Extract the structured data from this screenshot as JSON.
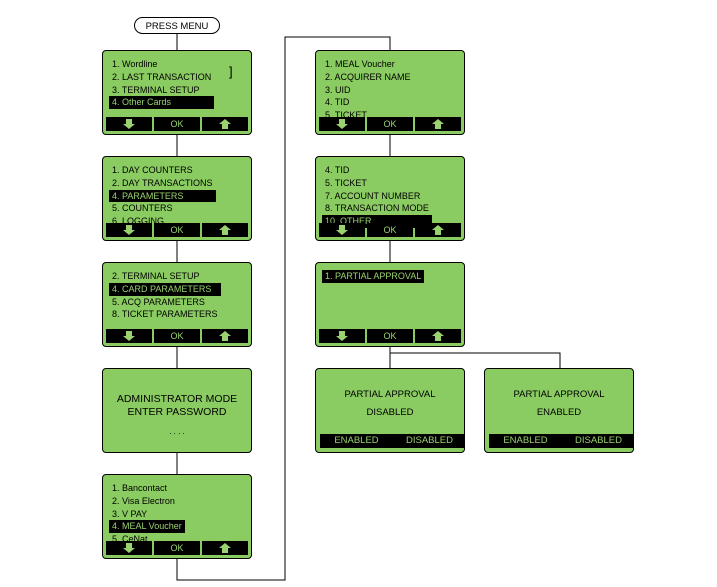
{
  "start_label": "PRESS MENU",
  "softkey_ok": "OK",
  "icons": {
    "down": "arrow-down-icon",
    "up": "arrow-up-icon"
  },
  "colors": {
    "screen": "#8bcc62",
    "highlight_text": "#9bd270",
    "bar": "#000000"
  },
  "s1": {
    "items": [
      "1. Wordline",
      "2. LAST TRANSACTION",
      "3. TERMINAL SETUP",
      "4. Other Cards"
    ],
    "selected": 3,
    "bracket": "]"
  },
  "s2": {
    "items": [
      "1. DAY COUNTERS",
      "2. DAY TRANSACTIONS",
      "4. PARAMETERS",
      "5. COUNTERS",
      "6. LOGGING"
    ],
    "selected": 2
  },
  "s3": {
    "items": [
      "2. TERMINAL SETUP",
      "4. CARD PARAMETERS",
      "5. ACQ PARAMETERS",
      "8. TICKET PARAMETERS"
    ],
    "selected": 1
  },
  "s4": {
    "line1": "ADMINISTRATOR MODE",
    "line2": "ENTER PASSWORD",
    "dots": ". . . ."
  },
  "s5": {
    "items": [
      "1. Bancontact",
      "2. Visa Electron",
      "3. V PAY",
      "4. MEAL Voucher",
      "5. CeNat"
    ],
    "selected": 3
  },
  "s6": {
    "items": [
      "1. MEAL Voucher",
      "2. ACQUIRER NAME",
      "3. UID",
      "4. TID",
      "5. TICKET"
    ],
    "selected": -1
  },
  "s7": {
    "items": [
      "4. TID",
      "5. TICKET",
      "7. ACCOUNT NUMBER",
      "8. TRANSACTION MODE",
      "10. OTHER"
    ],
    "selected": 4
  },
  "s8": {
    "items": [
      "1. PARTIAL APPROVAL"
    ],
    "selected": 0
  },
  "s9": {
    "title": "PARTIAL APPROVAL",
    "status": "DISABLED",
    "btn_left": "ENABLED",
    "btn_right": "DISABLED"
  },
  "s10": {
    "title": "PARTIAL APPROVAL",
    "status": "ENABLED",
    "btn_left": "ENABLED",
    "btn_right": "DISABLED"
  }
}
